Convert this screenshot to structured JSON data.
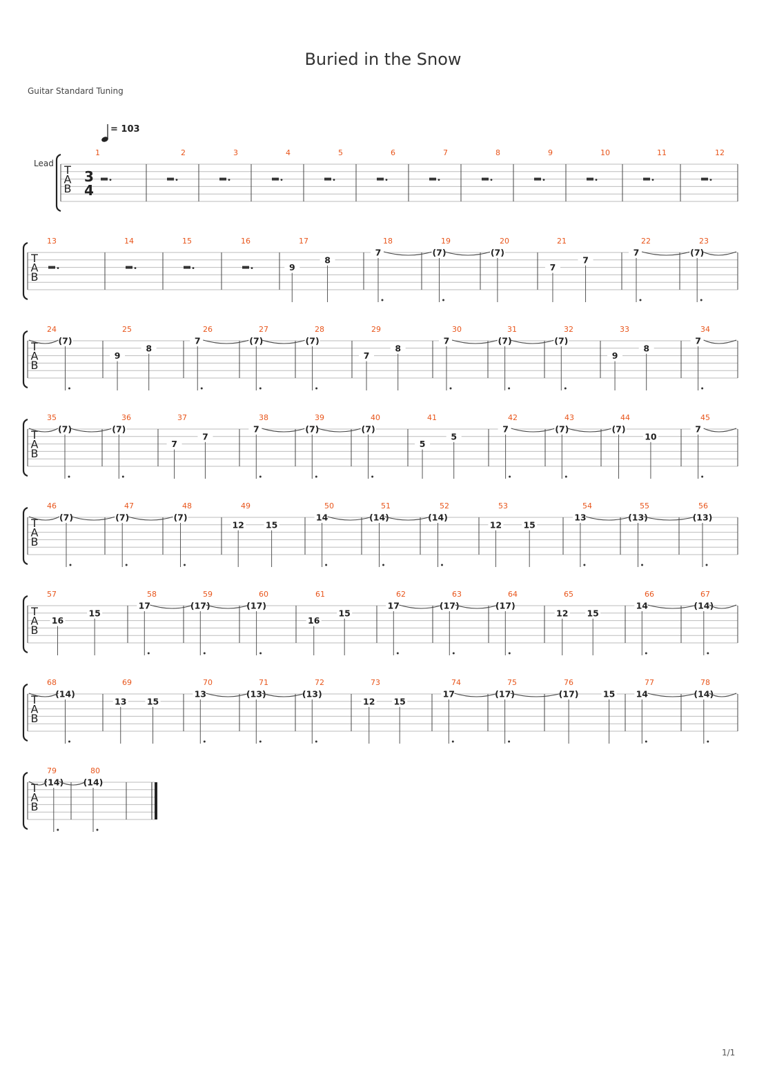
{
  "title": "Buried in the Snow",
  "tuning": "Guitar Standard Tuning",
  "tempo": "= 103",
  "track_label": "Lead",
  "clef": [
    "T",
    "A",
    "B"
  ],
  "time_signature": {
    "top": "3",
    "bottom": "4"
  },
  "page_number": "1/1",
  "colors": {
    "measure_number": "#e8551b",
    "staff": "#bbbbbb",
    "text": "#222222"
  },
  "systems": [
    {
      "measures": [
        {
          "n": "1",
          "rest": true
        },
        {
          "n": "2",
          "rest": true
        },
        {
          "n": "3",
          "rest": true
        },
        {
          "n": "4",
          "rest": true
        },
        {
          "n": "5",
          "rest": true
        },
        {
          "n": "6",
          "rest": true
        },
        {
          "n": "7",
          "rest": true
        },
        {
          "n": "8",
          "rest": true
        },
        {
          "n": "9",
          "rest": true
        },
        {
          "n": "10",
          "rest": true
        },
        {
          "n": "11",
          "rest": true
        },
        {
          "n": "12",
          "rest": true
        }
      ]
    },
    {
      "measures": [
        {
          "n": "13",
          "rest": true
        },
        {
          "n": "14",
          "rest": true
        },
        {
          "n": "15",
          "rest": true
        },
        {
          "n": "16",
          "rest": true
        },
        {
          "n": "17",
          "notes": [
            {
              "t": "9",
              "s": 3,
              "p": 0.15
            },
            {
              "t": "8",
              "s": 2,
              "p": 0.57
            }
          ]
        },
        {
          "n": "18",
          "notes": [
            {
              "t": "7",
              "s": 1,
              "p": 0.25,
              "dot": true,
              "tie": true
            }
          ]
        },
        {
          "n": "19",
          "notes": [
            {
              "t": "(7)",
              "s": 1,
              "p": 0.3,
              "dot": true,
              "tie": true
            }
          ]
        },
        {
          "n": "20",
          "notes": [
            {
              "t": "(7)",
              "s": 1,
              "p": 0.3
            }
          ]
        },
        {
          "n": "21",
          "notes": [
            {
              "t": "7",
              "s": 3,
              "p": 0.18
            },
            {
              "t": "7",
              "s": 2,
              "p": 0.57
            }
          ]
        },
        {
          "n": "22",
          "notes": [
            {
              "t": "7",
              "s": 1,
              "p": 0.25,
              "dot": true,
              "tie": true
            }
          ]
        },
        {
          "n": "23",
          "notes": [
            {
              "t": "(7)",
              "s": 1,
              "p": 0.3,
              "dot": true,
              "tie": true
            }
          ]
        }
      ]
    },
    {
      "measures": [
        {
          "n": "24",
          "notes": [
            {
              "t": "(7)",
              "s": 1,
              "p": 0.5,
              "dot": true
            }
          ]
        },
        {
          "n": "25",
          "notes": [
            {
              "t": "9",
              "s": 3,
              "p": 0.18
            },
            {
              "t": "8",
              "s": 2,
              "p": 0.57
            }
          ]
        },
        {
          "n": "26",
          "notes": [
            {
              "t": "7",
              "s": 1,
              "p": 0.25,
              "dot": true,
              "tie": true
            }
          ]
        },
        {
          "n": "27",
          "notes": [
            {
              "t": "(7)",
              "s": 1,
              "p": 0.3,
              "dot": true,
              "tie": true
            }
          ]
        },
        {
          "n": "28",
          "notes": [
            {
              "t": "(7)",
              "s": 1,
              "p": 0.3,
              "dot": true
            }
          ]
        },
        {
          "n": "29",
          "notes": [
            {
              "t": "7",
              "s": 3,
              "p": 0.18
            },
            {
              "t": "8",
              "s": 2,
              "p": 0.57
            }
          ]
        },
        {
          "n": "30",
          "notes": [
            {
              "t": "7",
              "s": 1,
              "p": 0.25,
              "dot": true,
              "tie": true
            }
          ]
        },
        {
          "n": "31",
          "notes": [
            {
              "t": "(7)",
              "s": 1,
              "p": 0.3,
              "dot": true,
              "tie": true
            }
          ]
        },
        {
          "n": "32",
          "notes": [
            {
              "t": "(7)",
              "s": 1,
              "p": 0.3,
              "dot": true
            }
          ]
        },
        {
          "n": "33",
          "notes": [
            {
              "t": "9",
              "s": 3,
              "p": 0.18
            },
            {
              "t": "8",
              "s": 2,
              "p": 0.57
            }
          ]
        },
        {
          "n": "34",
          "notes": [
            {
              "t": "7",
              "s": 1,
              "p": 0.3,
              "dot": true,
              "tie": true
            }
          ]
        }
      ]
    },
    {
      "measures": [
        {
          "n": "35",
          "notes": [
            {
              "t": "(7)",
              "s": 1,
              "p": 0.5,
              "dot": true,
              "tie": true
            }
          ]
        },
        {
          "n": "36",
          "notes": [
            {
              "t": "(7)",
              "s": 1,
              "p": 0.3,
              "dot": true
            }
          ]
        },
        {
          "n": "37",
          "notes": [
            {
              "t": "7",
              "s": 3,
              "p": 0.2
            },
            {
              "t": "7",
              "s": 2,
              "p": 0.58
            }
          ]
        },
        {
          "n": "38",
          "notes": [
            {
              "t": "7",
              "s": 1,
              "p": 0.3,
              "dot": true,
              "tie": true
            }
          ]
        },
        {
          "n": "39",
          "notes": [
            {
              "t": "(7)",
              "s": 1,
              "p": 0.3,
              "dot": true,
              "tie": true
            }
          ]
        },
        {
          "n": "40",
          "notes": [
            {
              "t": "(7)",
              "s": 1,
              "p": 0.3,
              "dot": true
            }
          ]
        },
        {
          "n": "41",
          "notes": [
            {
              "t": "5",
              "s": 3,
              "p": 0.18
            },
            {
              "t": "5",
              "s": 2,
              "p": 0.57
            }
          ]
        },
        {
          "n": "42",
          "notes": [
            {
              "t": "7",
              "s": 1,
              "p": 0.3,
              "dot": true,
              "tie": true
            }
          ]
        },
        {
          "n": "43",
          "notes": [
            {
              "t": "(7)",
              "s": 1,
              "p": 0.3,
              "dot": true,
              "tie": true
            }
          ]
        },
        {
          "n": "44",
          "notes": [
            {
              "t": "(7)",
              "s": 1,
              "p": 0.22
            },
            {
              "t": "10",
              "s": 2,
              "p": 0.62
            }
          ]
        },
        {
          "n": "45",
          "notes": [
            {
              "t": "7",
              "s": 1,
              "p": 0.3,
              "dot": true,
              "tie": true
            }
          ]
        }
      ]
    },
    {
      "measures": [
        {
          "n": "46",
          "notes": [
            {
              "t": "(7)",
              "s": 1,
              "p": 0.5,
              "dot": true,
              "tie": true
            }
          ]
        },
        {
          "n": "47",
          "notes": [
            {
              "t": "(7)",
              "s": 1,
              "p": 0.3,
              "dot": true,
              "tie": true
            }
          ]
        },
        {
          "n": "48",
          "notes": [
            {
              "t": "(7)",
              "s": 1,
              "p": 0.3,
              "dot": true
            }
          ]
        },
        {
          "n": "49",
          "notes": [
            {
              "t": "12",
              "s": 2,
              "p": 0.2
            },
            {
              "t": "15",
              "s": 2,
              "p": 0.6
            }
          ]
        },
        {
          "n": "50",
          "notes": [
            {
              "t": "14",
              "s": 1,
              "p": 0.3,
              "dot": true,
              "tie": true
            }
          ]
        },
        {
          "n": "51",
          "notes": [
            {
              "t": "(14)",
              "s": 1,
              "p": 0.3,
              "dot": true,
              "tie": true
            }
          ]
        },
        {
          "n": "52",
          "notes": [
            {
              "t": "(14)",
              "s": 1,
              "p": 0.3,
              "dot": true
            }
          ]
        },
        {
          "n": "53",
          "notes": [
            {
              "t": "12",
              "s": 2,
              "p": 0.2
            },
            {
              "t": "15",
              "s": 2,
              "p": 0.6
            }
          ]
        },
        {
          "n": "54",
          "notes": [
            {
              "t": "13",
              "s": 1,
              "p": 0.3,
              "dot": true,
              "tie": true
            }
          ]
        },
        {
          "n": "55",
          "notes": [
            {
              "t": "(13)",
              "s": 1,
              "p": 0.3,
              "dot": true,
              "tie": true
            }
          ]
        },
        {
          "n": "56",
          "notes": [
            {
              "t": "(13)",
              "s": 1,
              "p": 0.4,
              "dot": true
            }
          ]
        }
      ]
    },
    {
      "measures": [
        {
          "n": "57",
          "notes": [
            {
              "t": "16",
              "s": 3,
              "p": 0.3
            },
            {
              "t": "15",
              "s": 2,
              "p": 0.67
            }
          ]
        },
        {
          "n": "58",
          "notes": [
            {
              "t": "17",
              "s": 1,
              "p": 0.3,
              "dot": true,
              "tie": true
            }
          ]
        },
        {
          "n": "59",
          "notes": [
            {
              "t": "(17)",
              "s": 1,
              "p": 0.3,
              "dot": true,
              "tie": true
            }
          ]
        },
        {
          "n": "60",
          "notes": [
            {
              "t": "(17)",
              "s": 1,
              "p": 0.3,
              "dot": true
            }
          ]
        },
        {
          "n": "61",
          "notes": [
            {
              "t": "16",
              "s": 3,
              "p": 0.22
            },
            {
              "t": "15",
              "s": 2,
              "p": 0.6
            }
          ]
        },
        {
          "n": "62",
          "notes": [
            {
              "t": "17",
              "s": 1,
              "p": 0.3,
              "dot": true,
              "tie": true
            }
          ]
        },
        {
          "n": "63",
          "notes": [
            {
              "t": "(17)",
              "s": 1,
              "p": 0.3,
              "dot": true,
              "tie": true
            }
          ]
        },
        {
          "n": "64",
          "notes": [
            {
              "t": "(17)",
              "s": 1,
              "p": 0.3,
              "dot": true
            }
          ]
        },
        {
          "n": "65",
          "notes": [
            {
              "t": "12",
              "s": 2,
              "p": 0.22
            },
            {
              "t": "15",
              "s": 2,
              "p": 0.6
            }
          ]
        },
        {
          "n": "66",
          "notes": [
            {
              "t": "14",
              "s": 1,
              "p": 0.3,
              "dot": true,
              "tie": true
            }
          ]
        },
        {
          "n": "67",
          "notes": [
            {
              "t": "(14)",
              "s": 1,
              "p": 0.4,
              "dot": true,
              "tie": true
            }
          ]
        }
      ]
    },
    {
      "measures": [
        {
          "n": "68",
          "notes": [
            {
              "t": "(14)",
              "s": 1,
              "p": 0.5,
              "dot": true
            }
          ]
        },
        {
          "n": "69",
          "notes": [
            {
              "t": "13",
              "s": 2,
              "p": 0.22
            },
            {
              "t": "15",
              "s": 2,
              "p": 0.62
            }
          ]
        },
        {
          "n": "70",
          "notes": [
            {
              "t": "13",
              "s": 1,
              "p": 0.3,
              "dot": true,
              "tie": true
            }
          ]
        },
        {
          "n": "71",
          "notes": [
            {
              "t": "(13)",
              "s": 1,
              "p": 0.3,
              "dot": true,
              "tie": true
            }
          ]
        },
        {
          "n": "72",
          "notes": [
            {
              "t": "(13)",
              "s": 1,
              "p": 0.3,
              "dot": true
            }
          ]
        },
        {
          "n": "73",
          "notes": [
            {
              "t": "12",
              "s": 2,
              "p": 0.22
            },
            {
              "t": "15",
              "s": 2,
              "p": 0.6
            }
          ]
        },
        {
          "n": "74",
          "notes": [
            {
              "t": "17",
              "s": 1,
              "p": 0.3,
              "dot": true,
              "tie": true
            }
          ]
        },
        {
          "n": "75",
          "notes": [
            {
              "t": "(17)",
              "s": 1,
              "p": 0.3,
              "dot": true,
              "tie": true
            }
          ]
        },
        {
          "n": "76",
          "notes": [
            {
              "t": "(17)",
              "s": 1,
              "p": 0.3
            },
            {
              "t": "15",
              "s": 1,
              "p": 0.8
            }
          ]
        },
        {
          "n": "77",
          "notes": [
            {
              "t": "14",
              "s": 1,
              "p": 0.3,
              "dot": true,
              "tie": true
            }
          ]
        },
        {
          "n": "78",
          "notes": [
            {
              "t": "(14)",
              "s": 1,
              "p": 0.4,
              "dot": true,
              "tie": true
            }
          ]
        }
      ]
    },
    {
      "measures": [
        {
          "n": "79",
          "notes": [
            {
              "t": "(14)",
              "s": 1,
              "p": 0.6,
              "dot": true,
              "tie": true
            }
          ]
        },
        {
          "n": "80",
          "notes": [
            {
              "t": "(14)",
              "s": 1,
              "p": 0.4,
              "dot": true
            }
          ]
        }
      ]
    }
  ]
}
